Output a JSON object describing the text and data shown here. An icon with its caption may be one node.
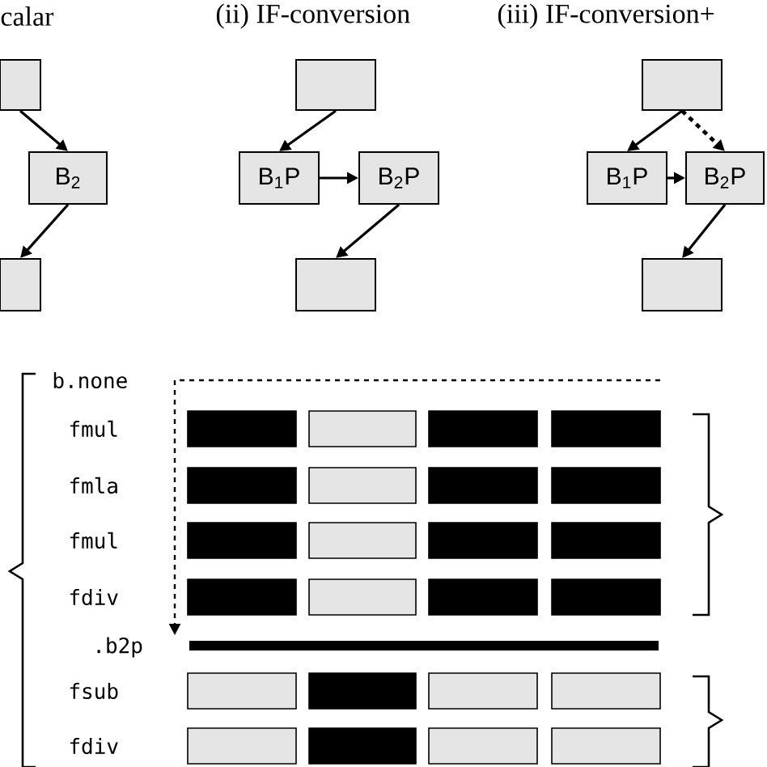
{
  "diagram": {
    "nodes": [
      {
        "text": [],
        "shape": "box"
      },
      {
        "text": [
          "B$_{2}$"
        ]
      },
      {
        "text": [],
        "shape": "box"
      },
      {
        "text": [],
        "shape": "box"
      },
      {
        "text": [
          "B$_{1}$P"
        ]
      },
      {
        "text": [
          "B$_{2}$P"
        ]
      },
      {
        "text": [],
        "shape": "box"
      },
      {
        "text": [],
        "shape": "box"
      },
      {
        "text": [
          "B$_{1}$P"
        ]
      },
      {
        "text": [
          "B$_{2}$P"
        ]
      },
      {
        "text": [],
        "shape": "box"
      },
      {
        "text": [
          ".b2p"
        ]
      }
    ],
    "edges": [
      {
        "from": 0,
        "to": 1,
        "arrow": "to"
      },
      {
        "from": 1,
        "to": 2,
        "arrow": "to"
      },
      {
        "from": 3,
        "to": 4,
        "arrow": "to"
      },
      {
        "from": 4,
        "to": 5,
        "arrow": "to"
      },
      {
        "from": 5,
        "to": 6,
        "arrow": "to"
      },
      {
        "from": 7,
        "to": 8,
        "arrow": "to"
      },
      {
        "from": 7,
        "to": 9,
        "arrow": "to",
        "style": "dashed"
      },
      {
        "from": 8,
        "to": 9,
        "arrow": "to"
      },
      {
        "from": 9,
        "to": 10,
        "arrow": "to"
      },
      {
        "from": null,
        "to": 11,
        "arrow": "to",
        "style": "dashed"
      }
    ],
    "labels": [
      "calar",
      "(ii) IF-conversion",
      "(iii) IF-conversion+",
      "b.none",
      "fmul",
      "fmla",
      "fmul",
      "fdiv",
      "fsub",
      "fdiv"
    ]
  }
}
